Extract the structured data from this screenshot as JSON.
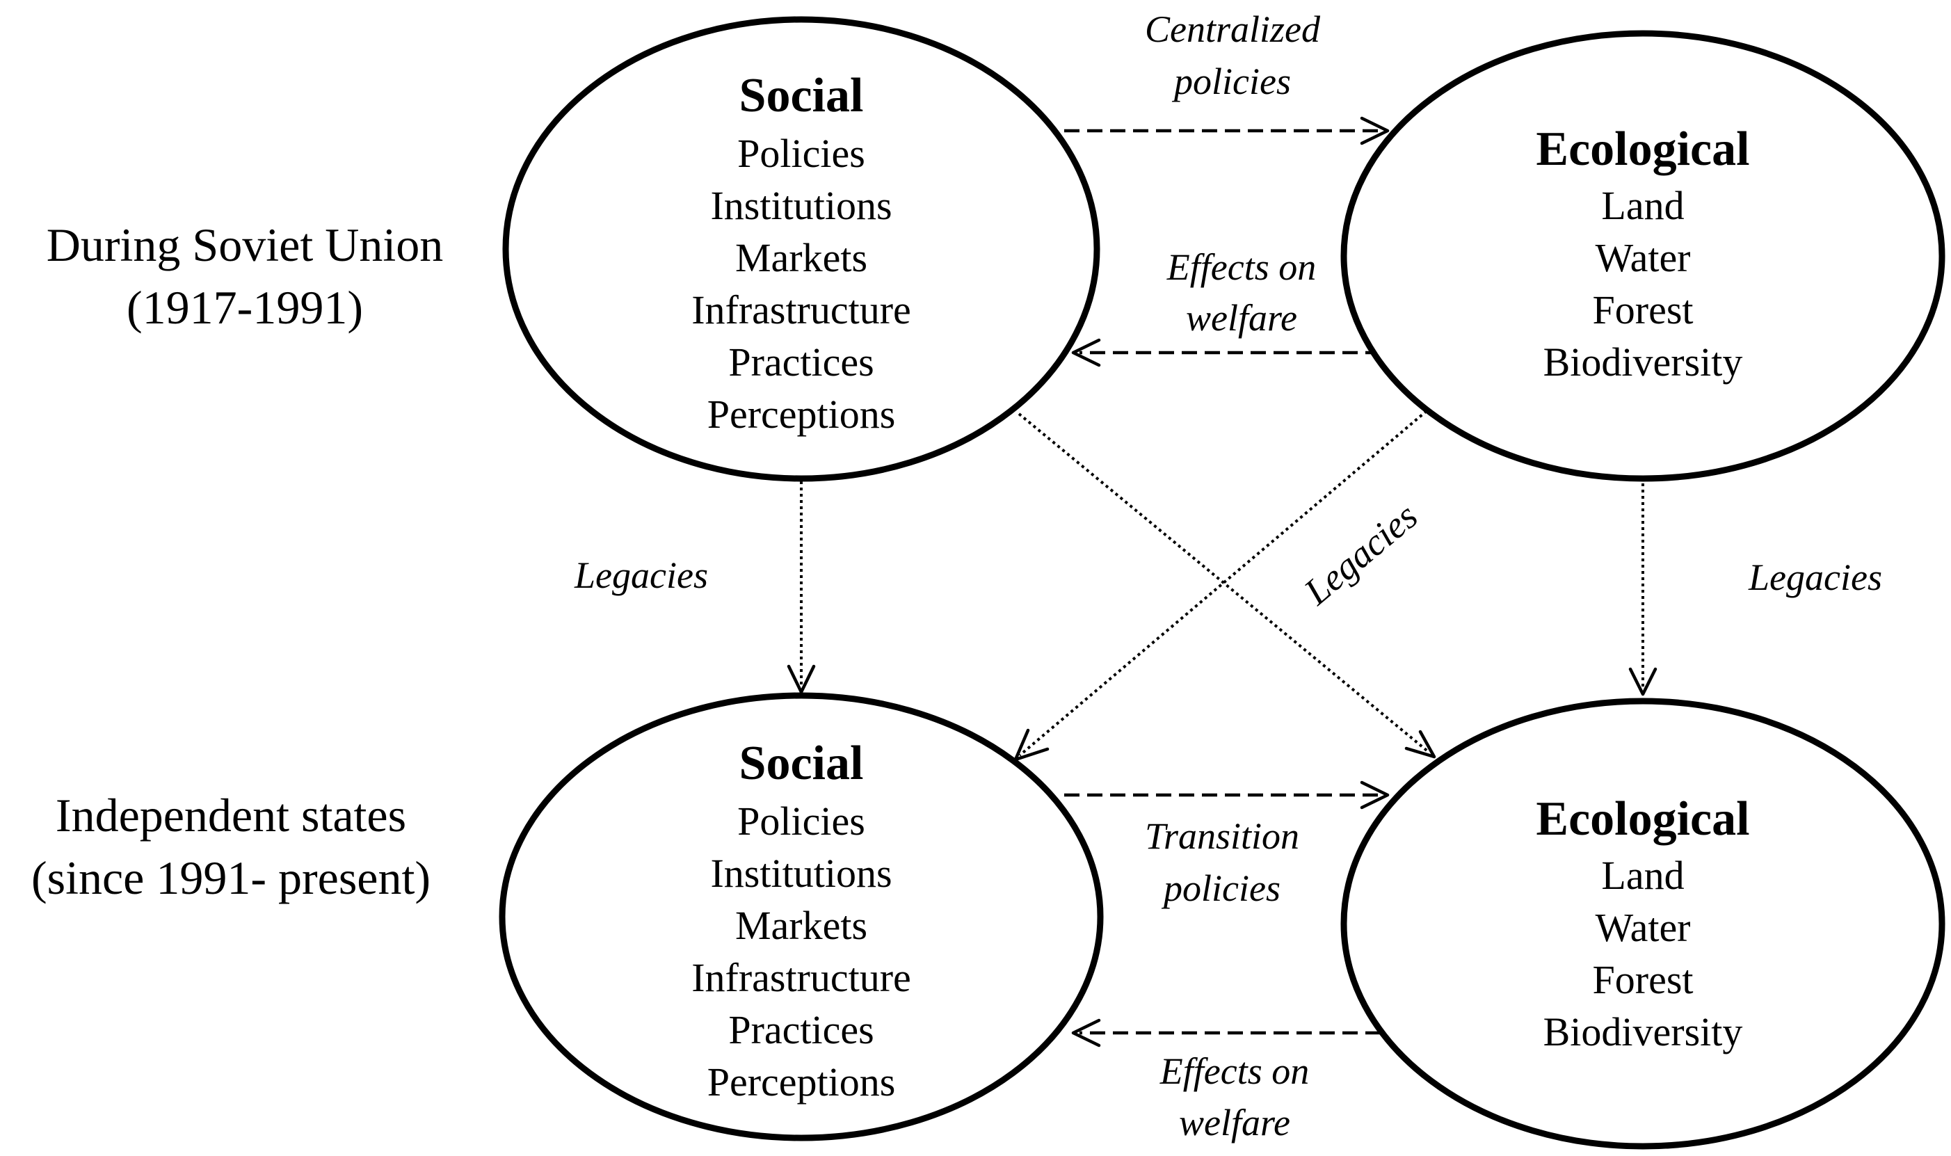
{
  "era_labels": {
    "soviet": [
      "During Soviet Union",
      "(1917-1991)"
    ],
    "independent": [
      "Independent states",
      "(since 1991- present)"
    ]
  },
  "nodes": {
    "social_top": {
      "title": "Social",
      "items": [
        "Policies",
        "Institutions",
        "Markets",
        "Infrastructure",
        "Practices",
        "Perceptions"
      ]
    },
    "ecological_top": {
      "title": "Ecological",
      "items": [
        "Land",
        "Water",
        "Forest",
        "Biodiversity"
      ]
    },
    "social_bottom": {
      "title": "Social",
      "items": [
        "Policies",
        "Institutions",
        "Markets",
        "Infrastructure",
        "Practices",
        "Perceptions"
      ]
    },
    "ecological_bottom": {
      "title": "Ecological",
      "items": [
        "Land",
        "Water",
        "Forest",
        "Biodiversity"
      ]
    }
  },
  "edge_labels": {
    "centralized_policies": [
      "Centralized",
      "policies"
    ],
    "effects_top": [
      "Effects on",
      "welfare"
    ],
    "legacies_left": "Legacies",
    "legacies_center": "Legacies",
    "legacies_right": "Legacies",
    "transition_policies": [
      "Transition",
      "policies"
    ],
    "effects_bottom": [
      "Effects on",
      "welfare"
    ]
  }
}
